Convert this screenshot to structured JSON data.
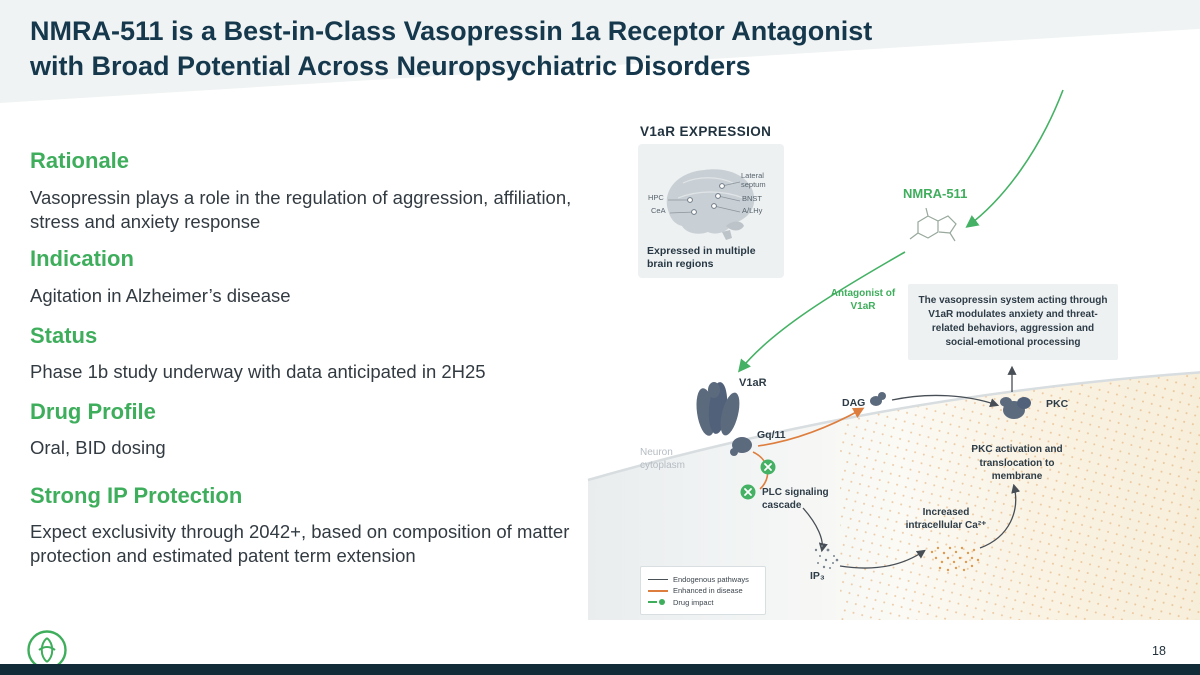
{
  "slide": {
    "title_line1": "NMRA-511 is a Best-in-Class Vasopressin 1a Receptor Antagonist",
    "title_line2": "with Broad Potential Across Neuropsychiatric Disorders",
    "page_number": "18"
  },
  "colors": {
    "accent_green": "#3FAE5C",
    "title_navy": "#15384D",
    "pathway_orange": "#DE7E3E",
    "protein_slate": "#5C6A7D",
    "footer_navy": "#112B38"
  },
  "sections": [
    {
      "heading": "Rationale",
      "body": "Vasopressin plays a role in the regulation of aggression, affiliation, stress and anxiety response"
    },
    {
      "heading": "Indication",
      "body": "Agitation in Alzheimer’s disease"
    },
    {
      "heading": "Status",
      "body": "Phase 1b study underway with data anticipated in 2H25"
    },
    {
      "heading": "Drug Profile",
      "body": "Oral, BID dosing"
    },
    {
      "heading": "Strong IP Protection",
      "body": "Expect exclusivity through 2042+, based on composition of matter protection and estimated patent term extension"
    }
  ],
  "diagram": {
    "expression_title": "V1aR EXPRESSION",
    "brain_labels": {
      "lateral_septum": "Lateral septum",
      "bnst": "BNST",
      "alhy": "A/LHy",
      "hpc": "HPC",
      "cea": "CeA"
    },
    "brain_caption": "Expressed in multiple brain regions",
    "drug_label": "NMRA-511",
    "antagonist_label": "Antagonist of V1aR",
    "info_box": "The vasopressin system acting through V1aR modulates anxiety and threat-related behaviors, aggression and social-emotional processing",
    "receptor_label": "V1aR",
    "g_protein_label": "Gq/11",
    "neuron_label": "Neuron cytoplasm",
    "dag_label": "DAG",
    "pkc_label": "PKC",
    "plc_label": "PLC signaling cascade",
    "pkc_activation_label": "PKC activation and translocation to membrane",
    "ip3_label": "IP₃",
    "calcium_label": "Increased intracellular Ca²⁺",
    "legend": [
      {
        "label": "Endogenous pathways"
      },
      {
        "label": "Enhanced in disease"
      },
      {
        "label": "Drug impact"
      }
    ]
  }
}
